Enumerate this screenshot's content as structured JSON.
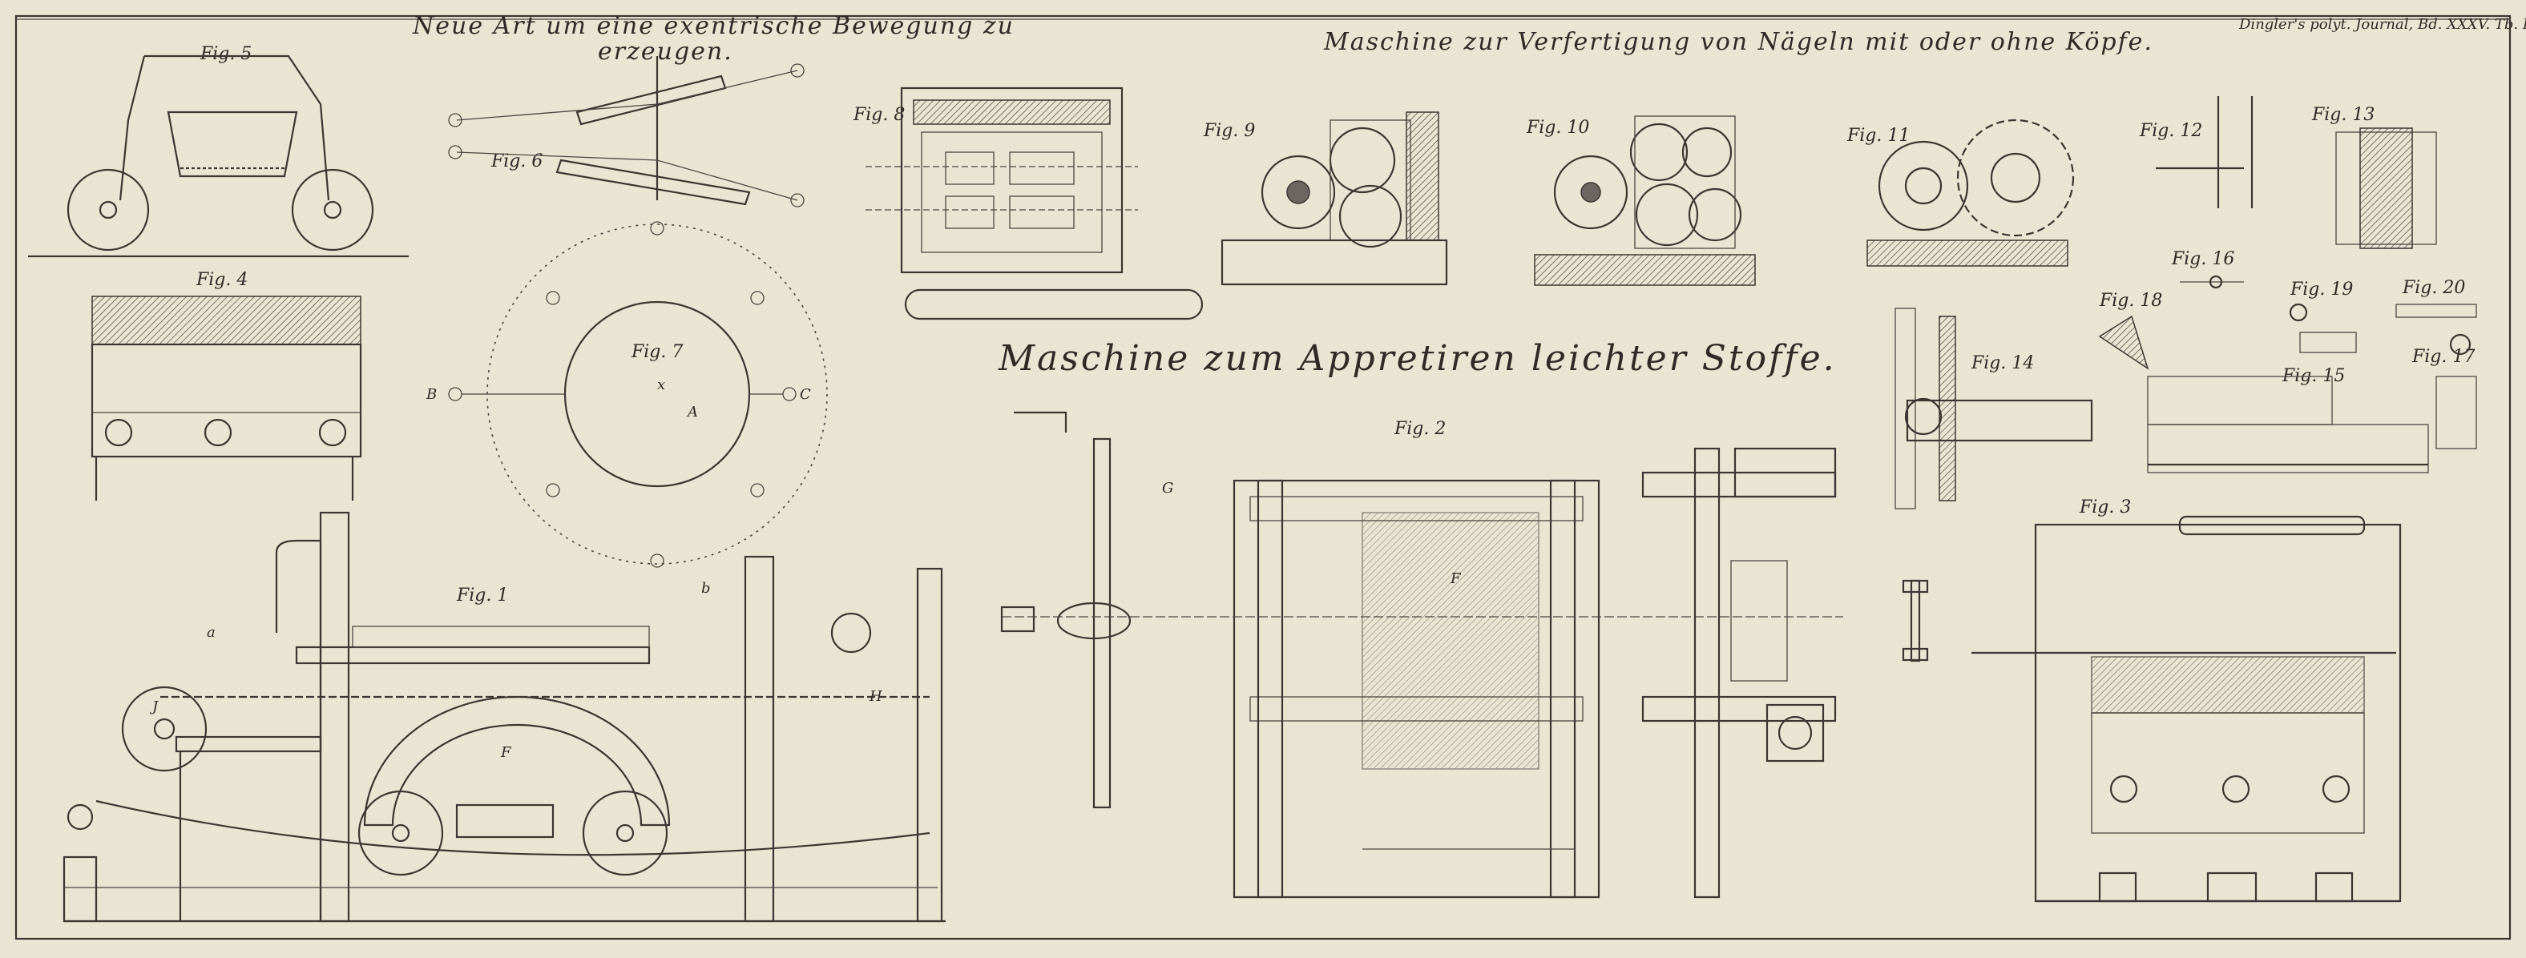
{
  "plate": {
    "header_left_line1": "Neue Art um eine exentrische Bewegung zu",
    "header_left_line2": "erzeugen.",
    "header_center": "Maschine zur Verfertigung von Nägeln mit oder ohne Köpfe.",
    "journal_ref": "Dingler's polyt. Journal, Bd. XXXV. Tb. II.",
    "middle_title": "Maschine zum Appretiren leichter Stoffe."
  },
  "figures": {
    "fig1": "Fig. 1",
    "fig2": "Fig. 2",
    "fig3": "Fig. 3",
    "fig4": "Fig. 4",
    "fig5": "Fig. 5",
    "fig6": "Fig. 6",
    "fig7": "Fig. 7",
    "fig8": "Fig. 8",
    "fig9": "Fig. 9",
    "fig10": "Fig. 10",
    "fig11": "Fig. 11",
    "fig12": "Fig. 12",
    "fig13": "Fig. 13",
    "fig14": "Fig. 14",
    "fig15": "Fig. 15",
    "fig16": "Fig. 16",
    "fig17": "Fig. 17",
    "fig18": "Fig. 18",
    "fig19": "Fig. 19",
    "fig20": "Fig. 20"
  },
  "letters": {
    "A": "A",
    "B": "B",
    "C": "C",
    "F": "F",
    "G": "G",
    "H": "H",
    "J": "J",
    "x": "x",
    "a": "a",
    "b": "b"
  }
}
